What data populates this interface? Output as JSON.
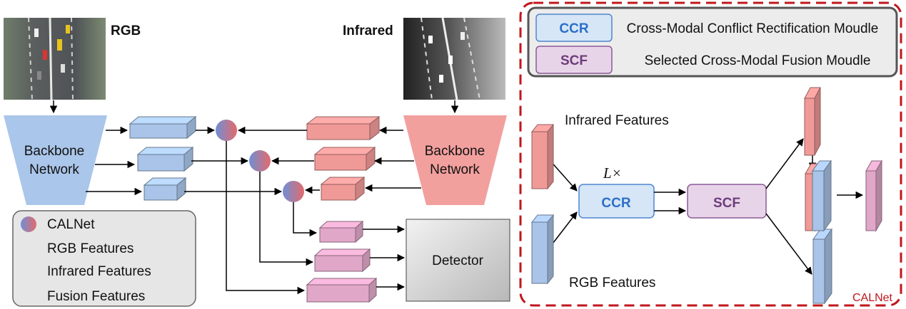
{
  "images": {
    "rgb_label": "RGB",
    "infrared_label": "Infrared"
  },
  "backbones": {
    "rgb": {
      "line1": "Backbone",
      "line2": "Network"
    },
    "infrared": {
      "line1": "Backbone",
      "line2": "Network"
    }
  },
  "detector_label": "Detector",
  "legend_left": {
    "calnet": "CALNet",
    "rgb": "RGB Features",
    "infrared": "Infrared Features",
    "fusion": "Fusion Features"
  },
  "legend_right": {
    "ccr_abbr": "CCR",
    "ccr_desc": "Cross-Modal Conflict Rectification Moudle",
    "scf_abbr": "SCF",
    "scf_desc": "Selected Cross-Modal Fusion Moudle"
  },
  "calnet_panel": {
    "infrared_features": "Infrared Features",
    "rgb_features": "RGB Features",
    "repeat": "L×",
    "ccr": "CCR",
    "scf": "SCF",
    "caption": "CALNet"
  },
  "colors": {
    "rgb_face": "#a9c4e8",
    "infrared_face": "#f09a98",
    "fusion_face": "#e0a7c8",
    "ccr_box": "#d6e6f7",
    "scf_box": "#e8d4e8",
    "ccr_text": "#2a6fc7",
    "scf_text": "#6b3d7a",
    "panel_border": "#c0161c",
    "backbone_rgb": "#aac6ea",
    "backbone_ir": "#f2a09e"
  }
}
